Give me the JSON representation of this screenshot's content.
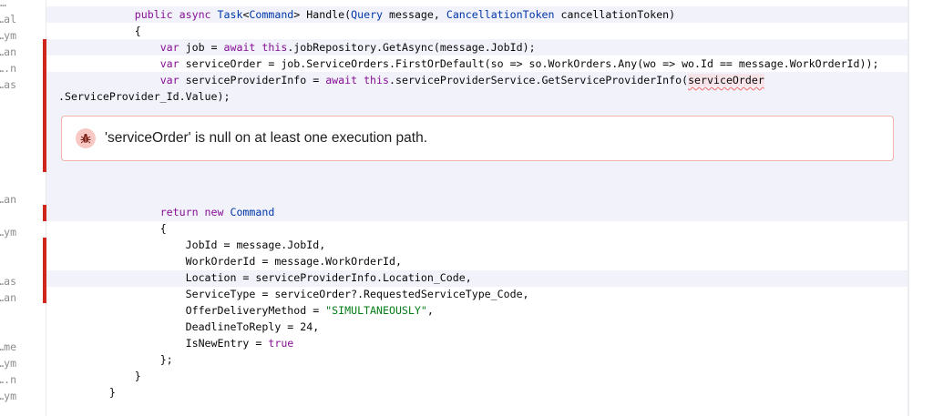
{
  "gutter_labels": [
    {
      "row": 0,
      "text": "…"
    },
    {
      "row": 1,
      "text": "al…"
    },
    {
      "row": 2,
      "text": "ym…"
    },
    {
      "row": 3,
      "text": "an…"
    },
    {
      "row": 4,
      "text": "n.…"
    },
    {
      "row": 5,
      "text": "as…"
    },
    {
      "row": 12,
      "text": "an…"
    },
    {
      "row": 14,
      "text": "ym…"
    },
    {
      "row": 17,
      "text": "as…"
    },
    {
      "row": 18,
      "text": "an…"
    },
    {
      "row": 21,
      "text": "me…"
    },
    {
      "row": 22,
      "text": "ym…"
    },
    {
      "row": 23,
      "text": "n.…"
    },
    {
      "row": 24,
      "text": "ym…"
    }
  ],
  "colors": {
    "error_marker": "#d0271d",
    "keyword": "#871094",
    "type": "#0037a6",
    "string": "#067d17",
    "highlight": "#f2f2fb"
  },
  "code_lines": [
    {
      "indent": 12,
      "tokens": [
        [
          "kw",
          "public async "
        ],
        [
          "ty",
          "Task"
        ],
        [
          "",
          "<"
        ],
        [
          "ty",
          "Command"
        ],
        [
          "",
          "> Handle("
        ],
        [
          "ty",
          "Query"
        ],
        [
          "",
          " message, "
        ],
        [
          "ty",
          "CancellationToken"
        ],
        [
          "",
          " cancellationToken)"
        ]
      ]
    },
    {
      "indent": 12,
      "tokens": [
        [
          "",
          "{"
        ]
      ]
    },
    {
      "indent": 16,
      "tokens": [
        [
          "kw",
          "var"
        ],
        [
          "",
          " job = "
        ],
        [
          "kw",
          "await this"
        ],
        [
          "",
          ".jobRepository.GetAsync(message.JobId);"
        ]
      ]
    },
    {
      "indent": 16,
      "tokens": [
        [
          "kw",
          "var"
        ],
        [
          "",
          " serviceOrder = job.ServiceOrders.FirstOrDefault(so => so.WorkOrders.Any(wo => wo.Id == message.WorkOrderId));"
        ]
      ]
    },
    {
      "indent": 16,
      "tokens": [
        [
          "kw",
          "var"
        ],
        [
          "",
          " serviceProviderInfo = "
        ],
        [
          "kw",
          "await this"
        ],
        [
          "",
          ".serviceProviderService.GetServiceProviderInfo("
        ],
        [
          "err",
          "serviceOrder"
        ]
      ]
    },
    {
      "indent": 0,
      "tokens": [
        [
          "",
          ".ServiceProvider_Id.Value);"
        ]
      ]
    },
    {
      "indent": 16,
      "tokens": [
        [
          "kw",
          "return new "
        ],
        [
          "ty",
          "Command"
        ]
      ]
    },
    {
      "indent": 16,
      "tokens": [
        [
          "",
          "{"
        ]
      ]
    },
    {
      "indent": 20,
      "tokens": [
        [
          "",
          "JobId = message.JobId,"
        ]
      ]
    },
    {
      "indent": 20,
      "tokens": [
        [
          "",
          "WorkOrderId = message.WorkOrderId,"
        ]
      ]
    },
    {
      "indent": 20,
      "tokens": [
        [
          "",
          "Location = serviceProviderInfo.Location_Code,"
        ]
      ]
    },
    {
      "indent": 20,
      "tokens": [
        [
          "",
          "ServiceType = serviceOrder?.RequestedServiceType_Code,"
        ]
      ]
    },
    {
      "indent": 20,
      "tokens": [
        [
          "",
          "OfferDeliveryMethod = "
        ],
        [
          "st",
          "\"SIMULTANEOUSLY\""
        ],
        [
          "",
          ","
        ]
      ]
    },
    {
      "indent": 20,
      "tokens": [
        [
          "",
          "DeadlineToReply = "
        ],
        [
          "",
          "24"
        ],
        [
          "",
          ","
        ]
      ]
    },
    {
      "indent": 20,
      "tokens": [
        [
          "",
          "IsNewEntry = "
        ],
        [
          "kw",
          "true"
        ]
      ]
    },
    {
      "indent": 16,
      "tokens": [
        [
          "",
          "};"
        ]
      ]
    },
    {
      "indent": 12,
      "tokens": [
        [
          "",
          "}"
        ]
      ]
    },
    {
      "indent": 8,
      "tokens": [
        [
          "",
          "}"
        ]
      ]
    }
  ],
  "inspection": {
    "icon": "bug-icon",
    "message": "'serviceOrder' is null on at least one execution path."
  }
}
